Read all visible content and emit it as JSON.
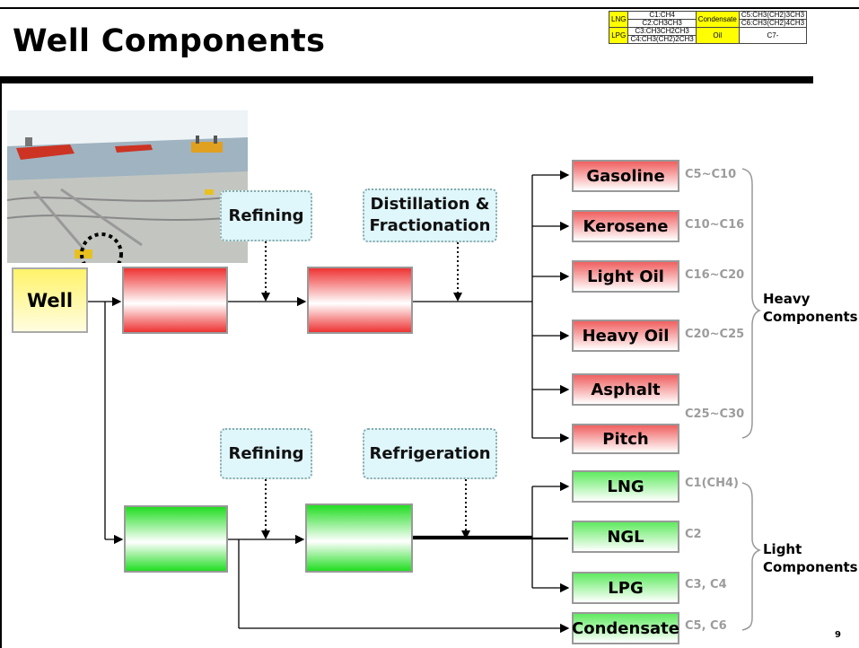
{
  "title": "Well Components",
  "legend": {
    "rows": [
      {
        "label": "LNG",
        "formulas": [
          "C1:CH4",
          "C2:CH3CH3"
        ],
        "label2": "Condensate",
        "formulas2": [
          "C5:CH3(CH2)3CH3",
          "C6:CH3(CH2)4CH3"
        ]
      },
      {
        "label": "LPG",
        "formulas": [
          "C3:CH3CH2CH3",
          "C4:CH3(CH2)2CH3"
        ],
        "label2": "Oil",
        "formulas2": [
          "C7-"
        ]
      }
    ]
  },
  "well_label": "Well",
  "upper": {
    "step1": "Refining",
    "step2": "Distillation & Fractionation"
  },
  "lower": {
    "step1": "Refining",
    "step2": "Refrigeration"
  },
  "heavy_products": [
    {
      "name": "Gasoline",
      "range": "C5~C10"
    },
    {
      "name": "Kerosene",
      "range": "C10~C16"
    },
    {
      "name": "Light Oil",
      "range": "C16~C20"
    },
    {
      "name": "Heavy Oil",
      "range": "C20~C25"
    },
    {
      "name": "Asphalt",
      "range": ""
    },
    {
      "name": "Pitch",
      "range": "C25~C30"
    }
  ],
  "light_products": [
    {
      "name": "LNG",
      "range": "C1(CH4)"
    },
    {
      "name": "NGL",
      "range": "C2"
    },
    {
      "name": "LPG",
      "range": "C3, C4"
    },
    {
      "name": "Condensate",
      "range": "C5, C6"
    }
  ],
  "groups": {
    "heavy_line1": "Heavy",
    "heavy_line2": "Components",
    "light_line1": "Light",
    "light_line2": "Components"
  },
  "page_number": "9"
}
